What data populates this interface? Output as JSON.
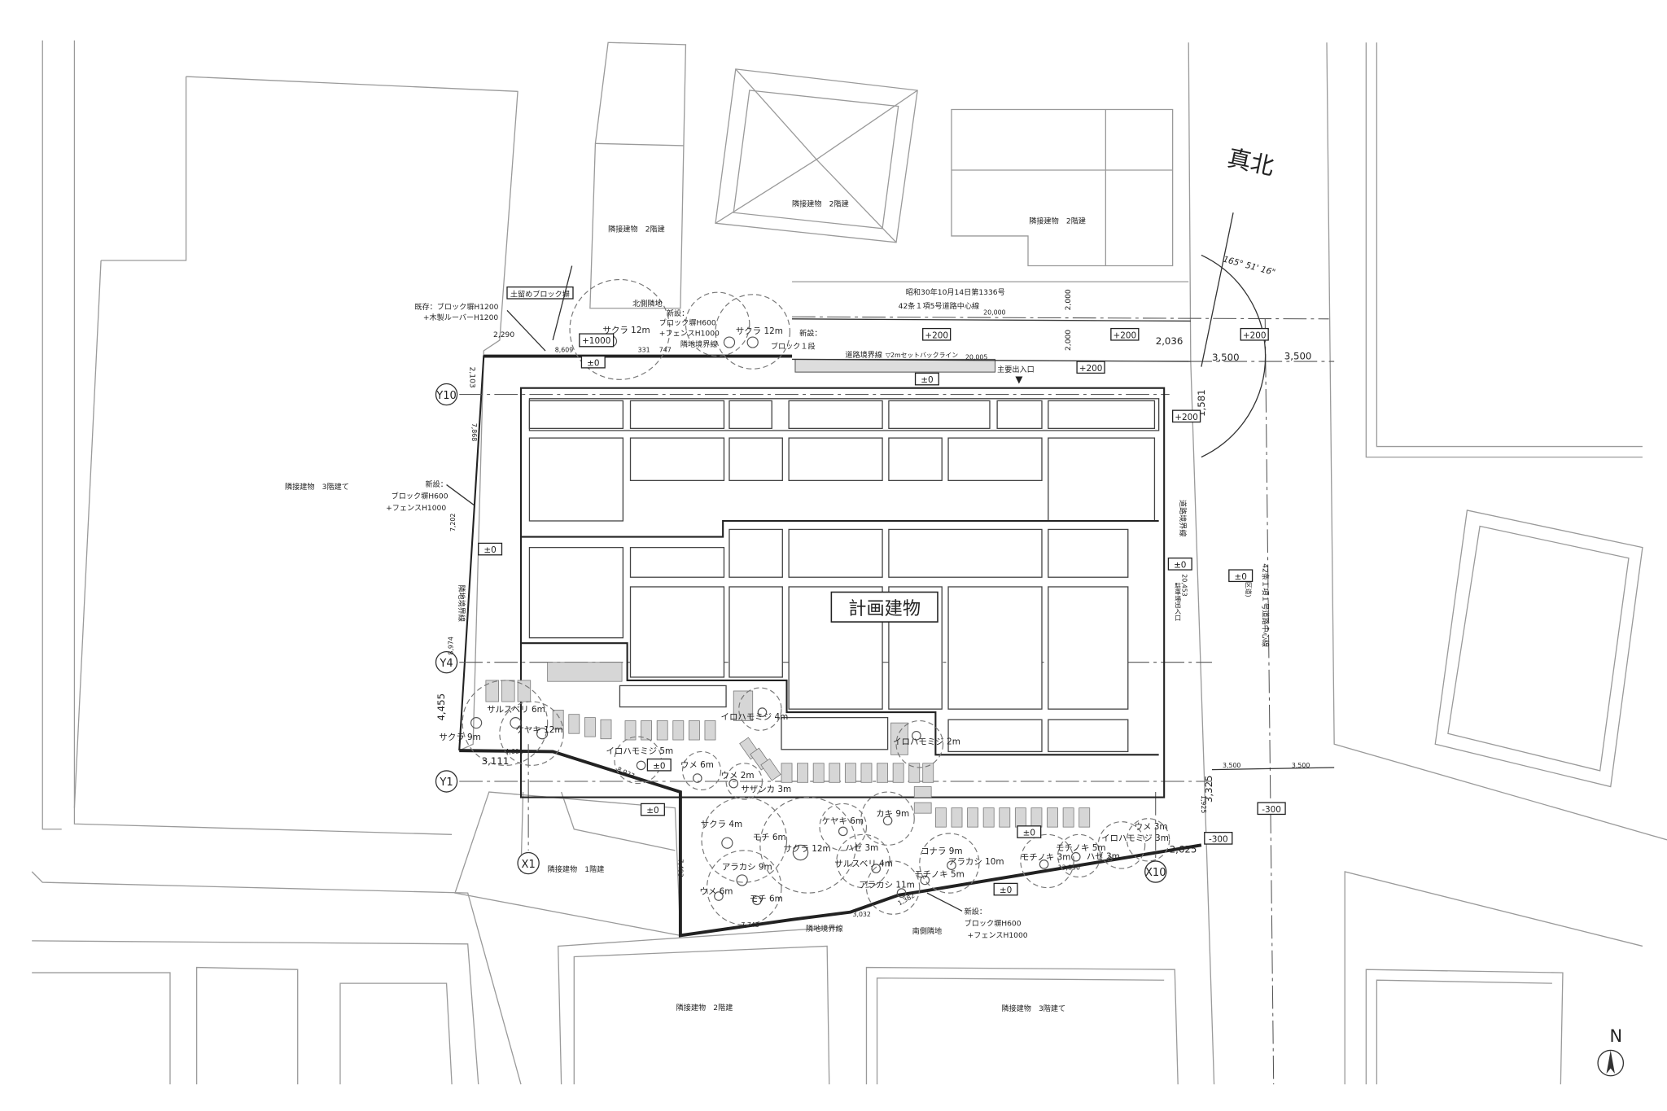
{
  "title": "計画建物",
  "north": {
    "true_north": "真北",
    "angle": "165° 51' 16\"",
    "compass": "N"
  },
  "grid": {
    "y10": "Y10",
    "y4": "Y4",
    "y1": "Y1",
    "x1": "X1",
    "x10": "X10"
  },
  "neighbors": {
    "left": "隣接建物　3階建て",
    "top_left": "隣接建物　2階建",
    "top_mid": "隣接建物　2階建",
    "top_right": "隣接建物　2階建",
    "lower_left": "隣接建物　1階建",
    "bottom_left": "隣接建物　2階建",
    "bottom_right": "隣接建物　3階建て"
  },
  "notes": {
    "retaining": "土留めブロック塀",
    "existing1": "既存：ブロック塀H1200",
    "existing2": "+木製ルーバーH1200",
    "north_site": "北側隣地",
    "new_n1": "新設：",
    "new_n2": "ブロック塀H600",
    "new_n3": "+フェンスH1000",
    "boundary_n": "隣地境界線",
    "new_road1": "新設：",
    "new_road2": "ブロック１段",
    "road_cert": "昭和30年10月14日第1336号",
    "road_center": "42条１項5号道路中心線",
    "road_boundary": "道路境界線",
    "setback": "▽2mセットバックライン",
    "main_entrance": "主要出入口",
    "entrance_mark": "▼",
    "road_boundary_e": "道路境界線",
    "parking_entrance": "駐車場出入口",
    "road_center_e": "42条１項１号道路中心線",
    "ward_road": "(区道)",
    "new_w1": "新設：",
    "new_w2": "ブロック塀H600",
    "new_w3": "+フェンスH1000",
    "boundary_w": "隣地境界線",
    "new_s1": "新設：",
    "new_s2": "ブロック塀H600",
    "new_s3": "+フェンスH1000",
    "south_site": "南側隣地",
    "boundary_s": "隣地境界線"
  },
  "dims": {
    "d2290": "2,290",
    "d8609": "8,609",
    "d331": "331",
    "d747": "747",
    "d2103": "2,103",
    "d20000": "20,000",
    "d2000a": "2,000",
    "d2000b": "2,000",
    "d20005": "20,005",
    "d2036": "2,036",
    "d3500a": "3,500",
    "d3500b": "3,500",
    "d1581": "1,581",
    "d20453": "20,453",
    "d7868": "7,868",
    "d7202": "7,202",
    "d8974": "8,974",
    "d4455": "4,455",
    "d3111": "3,111",
    "d4601": "4,601",
    "d8927": "8,927",
    "d7493": "7,493",
    "d7743": "7,743",
    "d3032": "3,032",
    "d1382": "1,382",
    "d13890": "13,890",
    "d2625": "2,625",
    "d3325": "3,325",
    "d1925": "1,925",
    "d3500c": "3,500",
    "d3500d": "3,500"
  },
  "levels": {
    "l1": "±0",
    "l2": "±0",
    "l3": "±0",
    "l4": "±0",
    "l5": "±0",
    "l6": "±0",
    "l7": "±0",
    "l8": "±0",
    "l9": "±0",
    "p1": "+200",
    "p2": "+200",
    "p3": "+200",
    "p4": "+200",
    "p5": "+200",
    "p1000": "+1000",
    "m1": "-300",
    "m2": "-300"
  },
  "trees": [
    "サクラ 12m",
    "サクラ 12m",
    "サルスベリ 6m",
    "ケヤキ 12m",
    "サクラ 9m",
    "イロハモミジ 5m",
    "ウメ 6m",
    "ウメ 2m",
    "サザンカ 3m",
    "イロハモミジ 4m",
    "イロハモミジ 2m",
    "サクラ 4m",
    "モチ 6m",
    "サクラ 12m",
    "アラカシ 9m",
    "ウメ 6m",
    "モチ 6m",
    "ケヤキ 6m",
    "カキ 9m",
    "ハゼ 3m",
    "サルスベリ 4m",
    "アラカシ 11m",
    "コナラ 9m",
    "アラカシ 10m",
    "モチノキ 5m",
    "モチノキ 3m",
    "モチノキ 5m",
    "ハゼ 3m",
    "イロハモミジ 3m",
    "ウメ 3m"
  ]
}
